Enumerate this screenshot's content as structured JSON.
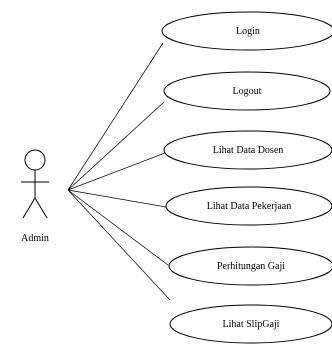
{
  "actor": {
    "label": "Admin"
  },
  "use_cases": [
    {
      "label": "Login"
    },
    {
      "label": "Logout"
    },
    {
      "label": "Lihat Data Dosen"
    },
    {
      "label": "Lihat Data Pekerjaan"
    },
    {
      "label": "Perhitungan Gaji"
    },
    {
      "label": "Lihat SlipGaji"
    }
  ],
  "colors": {
    "stroke": "#000000",
    "background": "#ffffff"
  }
}
